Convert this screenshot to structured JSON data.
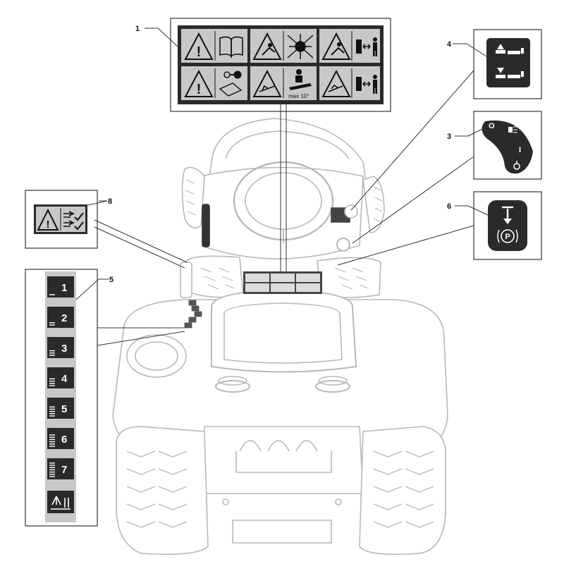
{
  "callouts": {
    "c1": "1",
    "c3": "3",
    "c4": "4",
    "c5": "5",
    "c6": "6",
    "c8": "8"
  },
  "decal1": {
    "max_slope_label": "max 10°"
  },
  "decal3": {
    "off_symbol": "O",
    "on_symbol": "I"
  },
  "decal6": {
    "parking_symbol": "P"
  },
  "decal5": {
    "heights": [
      "1",
      "2",
      "3",
      "4",
      "5",
      "6",
      "7"
    ]
  },
  "colors": {
    "decal_dark": "#2a2a2a",
    "decal_grey": "#c8c8c8",
    "line_art": "#b8b8b8",
    "leader": "#333333"
  },
  "icons": {
    "warning": "warning-triangle-icon",
    "manual": "open-book-icon",
    "key": "ignition-key-icon",
    "bystanders": "keep-distance-person-icon",
    "parking": "parking-brake-icon"
  }
}
